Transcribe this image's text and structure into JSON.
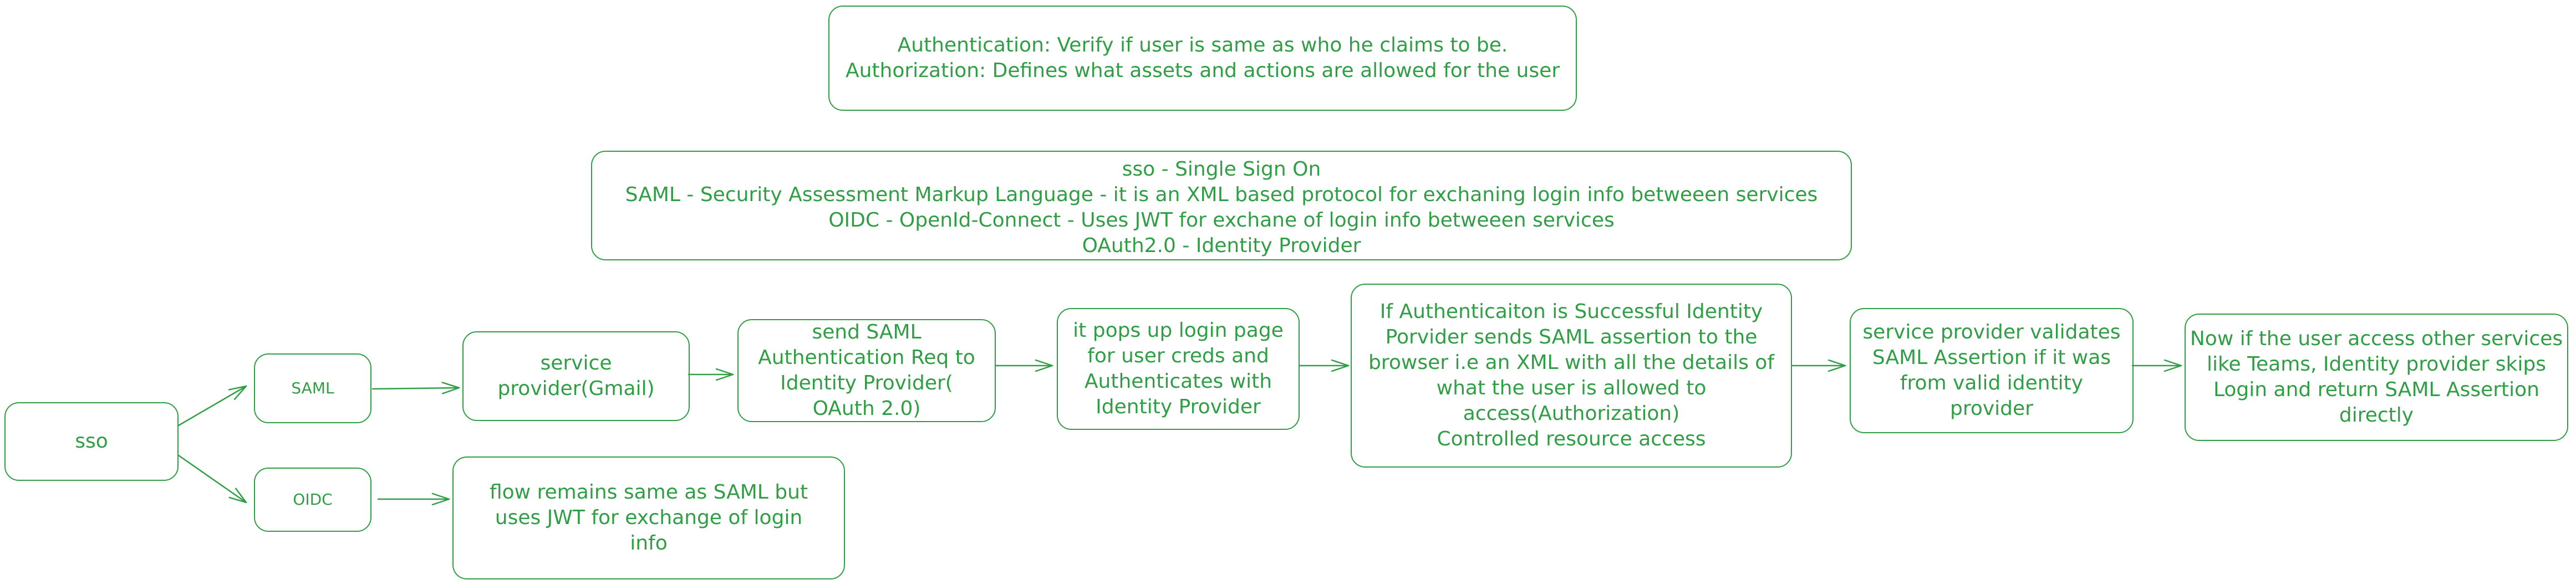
{
  "colors": {
    "stroke": "#2f9e44",
    "background": "#ffffff"
  },
  "notes": {
    "auth_def": "Authentication: Verify if user is same as who he claims to be.\nAuthorization: Defines what assets and actions are allowed for the user",
    "glossary": "sso - Single Sign On\nSAML - Security Assessment Markup Language - it is an XML based protocol for exchaning login info betweeen services\nOIDC - OpenId-Connect - Uses JWT for exchane of login info betweeen services\nOAuth2.0 - Identity Provider"
  },
  "nodes": {
    "sso": "sso",
    "saml": "SAML",
    "oidc": "OIDC",
    "service_provider": "service provider(Gmail)",
    "send_saml": "send SAML\nAuthentication Req to\nIdentity Provider(\nOAuth 2.0)",
    "login_popup": "it pops up login page\nfor user creds and\nAuthenticates with\nIdentity Provider",
    "assertion": "If Authenticaiton is Successful Identity\nPorvider sends SAML assertion to the\nbrowser i.e an XML with all the details of\nwhat the user is allowed to\naccess(Authorization)\nControlled resource access",
    "validate": "service provider validates\nSAML Assertion if it was\nfrom valid identity\nprovider",
    "other_services": "Now if the user access other services\nlike Teams, Identity provider skips\nLogin and return SAML Assertion\ndirectly",
    "oidc_flow": "flow remains same as SAML but\nuses JWT for exchange of login\ninfo"
  }
}
